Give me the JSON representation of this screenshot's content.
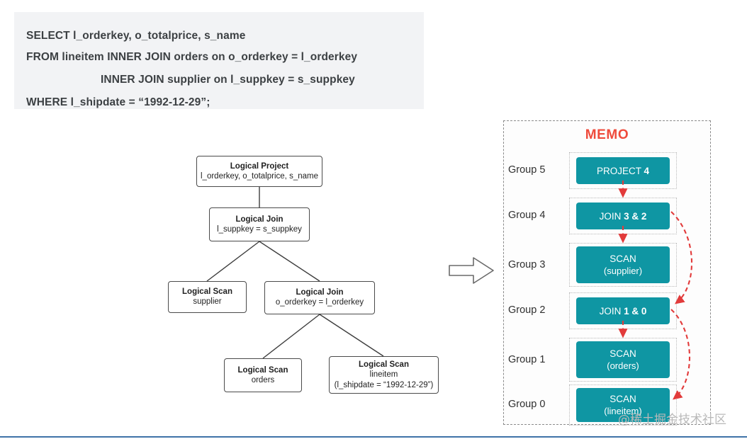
{
  "sql": {
    "lines": [
      "SELECT l_orderkey, o_totalprice, s_name",
      "FROM lineitem INNER JOIN orders on o_orderkey = l_orderkey",
      "INNER JOIN supplier on l_suppkey = s_suppkey",
      "WHERE l_shipdate = “1992-12-29”;"
    ]
  },
  "tree": {
    "nodes": [
      {
        "title": "Logical Project",
        "sub": "l_orderkey, o_totalprice, s_name",
        "sub2": ""
      },
      {
        "title": "Logical Join",
        "sub": "l_suppkey = s_suppkey",
        "sub2": ""
      },
      {
        "title": "Logical Scan",
        "sub": "supplier",
        "sub2": ""
      },
      {
        "title": "Logical Join",
        "sub": "o_orderkey = l_orderkey",
        "sub2": ""
      },
      {
        "title": "Logical Scan",
        "sub": "orders",
        "sub2": ""
      },
      {
        "title": "Logical Scan",
        "sub": "lineitem",
        "sub2": "(l_shipdate = “1992-12-29”)"
      }
    ]
  },
  "transition": {
    "icon": "right-arrow-icon"
  },
  "memo": {
    "title": "MEMO",
    "accent": "#ef4b3c",
    "op_color": "#0f96a3",
    "groups": [
      {
        "label": "Group 5",
        "op_prefix": "PROJECT ",
        "op_bold": "4",
        "op_sub": ""
      },
      {
        "label": "Group 4",
        "op_prefix": "JOIN ",
        "op_bold": "3 & 2",
        "op_sub": ""
      },
      {
        "label": "Group 3",
        "op_prefix": "SCAN",
        "op_bold": "",
        "op_sub": "(supplier)"
      },
      {
        "label": "Group 2",
        "op_prefix": "JOIN ",
        "op_bold": "1 & 0",
        "op_sub": ""
      },
      {
        "label": "Group 1",
        "op_prefix": "SCAN",
        "op_bold": "",
        "op_sub": "(orders)"
      },
      {
        "label": "Group 0",
        "op_prefix": "SCAN",
        "op_bold": "",
        "op_sub": "(lineitem)"
      }
    ],
    "arrow_color": "#e23b3b"
  },
  "watermark": {
    "text": "@稀土掘金技术社区"
  }
}
